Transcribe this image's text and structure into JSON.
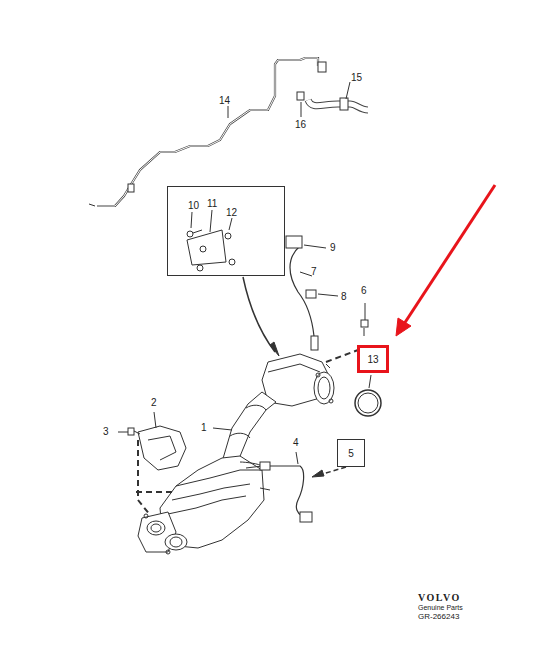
{
  "diagram": {
    "nodes": [
      {
        "text": [
          "10",
          "11",
          "12"
        ]
      },
      {
        "text": [
          "5"
        ]
      },
      {
        "text": [
          "13"
        ]
      }
    ],
    "labels": [
      "14",
      "15",
      "16",
      "9",
      "7",
      "8",
      "6",
      "2",
      "3",
      "1",
      "4",
      "VOLVO",
      "Genuine Parts",
      "GR-266243"
    ]
  }
}
